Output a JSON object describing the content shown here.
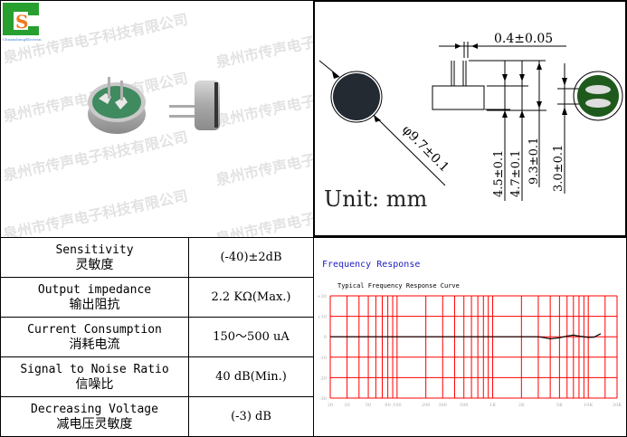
{
  "logo": {
    "letters": "CS",
    "caption": "ChuanshengElectron",
    "colors": {
      "green": "#27a02f",
      "orange": "#f07a1c"
    }
  },
  "watermark": "泉州市传声电子科技有限公司",
  "drawing": {
    "pin_spacing": "0.4±0.05",
    "diameter": "φ9.7±0.1",
    "dims": [
      "4.5±0.1",
      "4.7±0.1",
      "9.3±0.1",
      "3.0±0.1"
    ],
    "unit": "Unit: mm"
  },
  "specs": [
    {
      "en": "Sensitivity",
      "cn": "灵敏度",
      "value": "(-40)±2dB"
    },
    {
      "en": "Output impedance",
      "cn": "输出阻抗",
      "value": "2.2 KΩ(Max.)"
    },
    {
      "en": "Current Consumption",
      "cn": "消耗电流",
      "value": "150～500 uA"
    },
    {
      "en": "Signal to Noise Ratio",
      "cn": "信噪比",
      "value": "40 dB(Min.)"
    },
    {
      "en": "Decreasing Voltage",
      "cn": "减电压灵敏度",
      "value": "(-3) dB"
    }
  ],
  "chart_data": {
    "type": "line",
    "title": "Frequency Response",
    "subtitle": "Typical Frequency Response Curve",
    "x_scale": "log",
    "xlim": [
      20,
      20000
    ],
    "ylim": [
      -30,
      20
    ],
    "x_ticks": [
      20,
      30,
      50,
      80,
      100,
      200,
      300,
      500,
      1000,
      2000,
      5000,
      10000,
      20000
    ],
    "x_tick_labels": [
      "20",
      "30",
      "50",
      "80",
      "100",
      "200",
      "300",
      "500",
      "1K",
      "2K",
      "5K",
      "10K",
      "20K"
    ],
    "y_ticks": [
      20,
      10,
      0,
      -10,
      -20,
      -30
    ],
    "y_tick_labels": [
      "+20",
      "+10",
      "0",
      "-10",
      "-20",
      "-30"
    ],
    "grid": true,
    "grid_color": "#ff0000",
    "line_color": "#000000",
    "title_color": "#2020c0",
    "x": [
      20,
      100,
      1000,
      3000,
      3500,
      4000,
      5000,
      6000,
      7000,
      8000,
      10000,
      11500,
      13500
    ],
    "y": [
      0,
      0,
      0,
      0,
      -0.5,
      -1,
      -0.5,
      0.3,
      0.8,
      0.3,
      -0.3,
      -0.2,
      1.5
    ]
  }
}
